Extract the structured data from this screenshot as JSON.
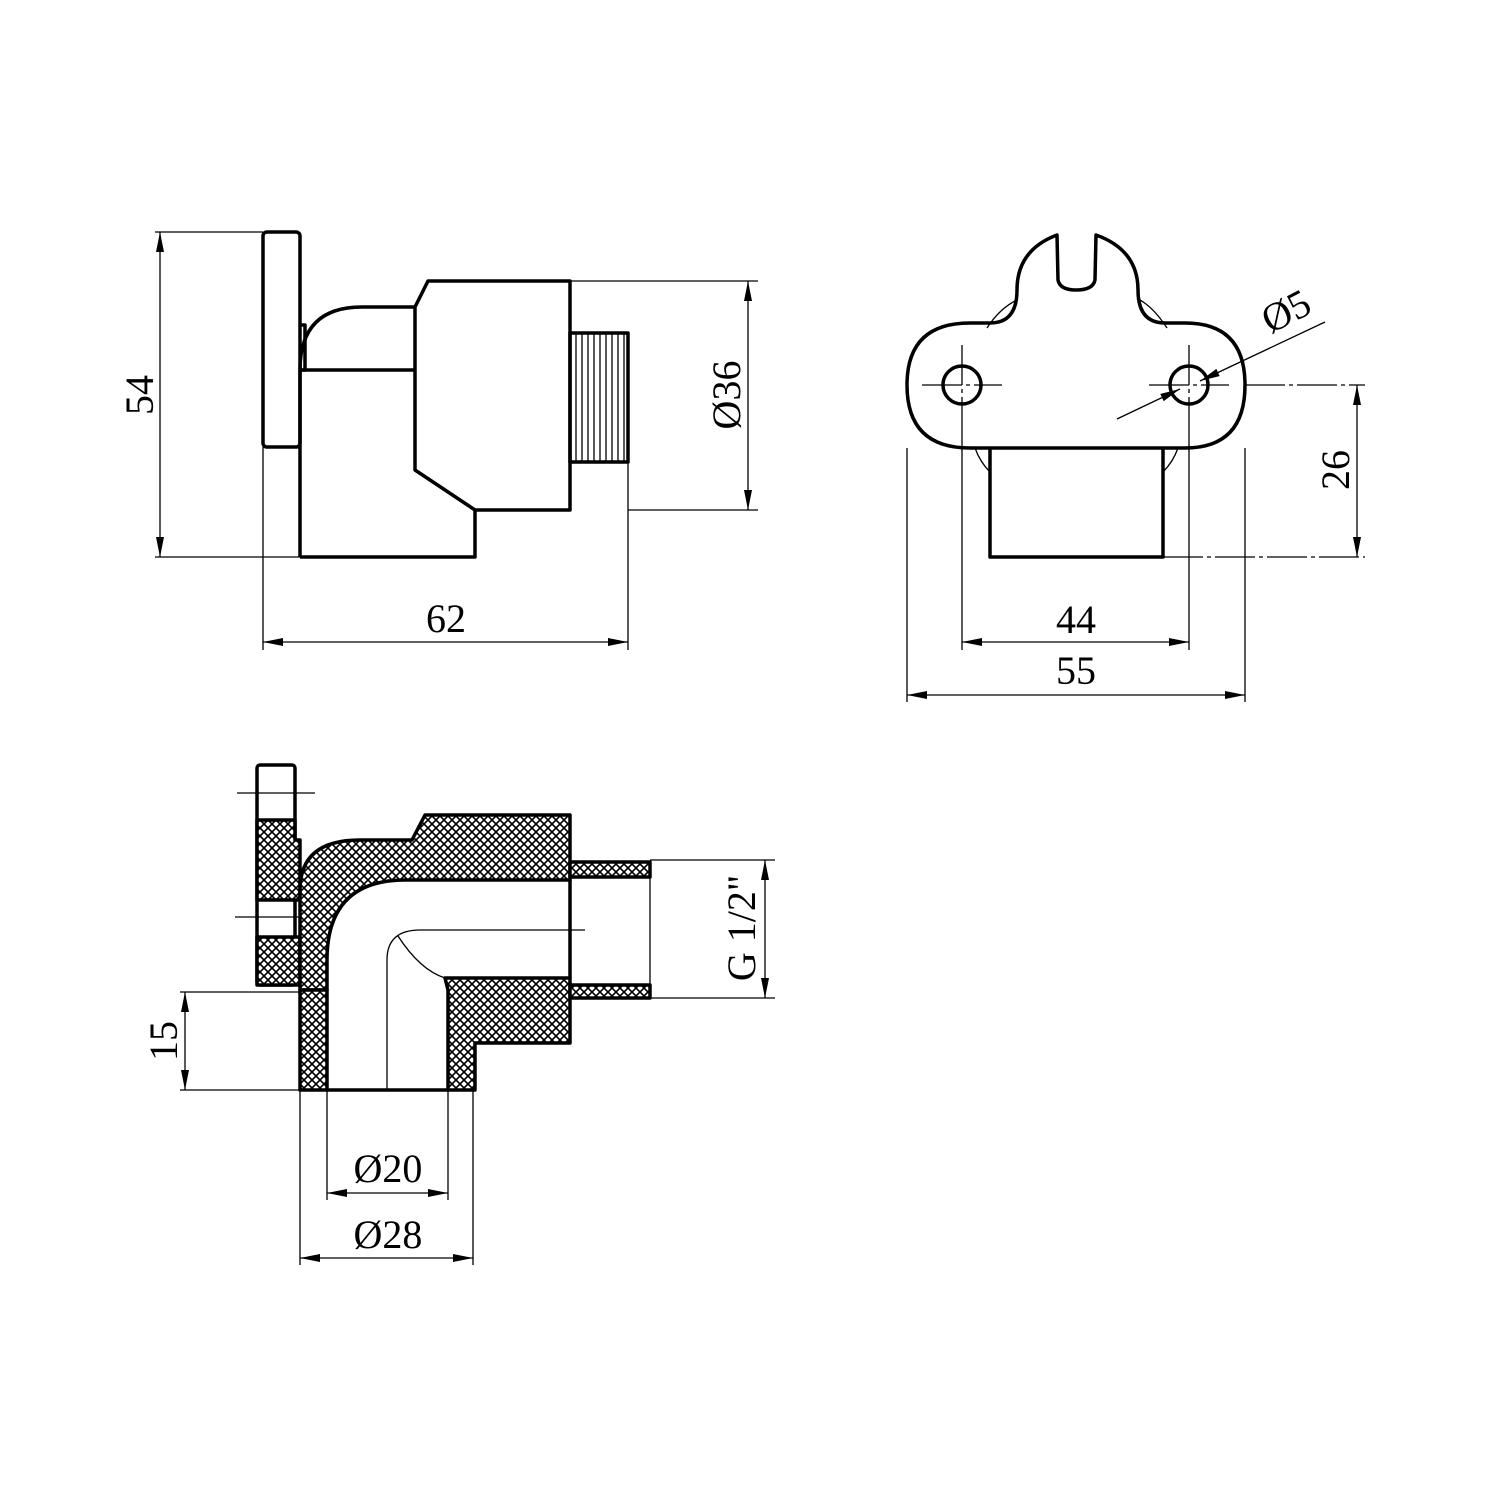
{
  "drawing": {
    "side_view": {
      "height_dim": "54",
      "diameter_dim": "Ø36",
      "length_dim": "62"
    },
    "front_view": {
      "hole_dim": "Ø5",
      "height_dim": "26",
      "hole_spacing_dim": "44",
      "width_dim": "55"
    },
    "section_view": {
      "thread_dim": "G 1/2\"",
      "depth_dim": "15",
      "inner_diameter_dim": "Ø20",
      "outer_diameter_dim": "Ø28"
    }
  }
}
